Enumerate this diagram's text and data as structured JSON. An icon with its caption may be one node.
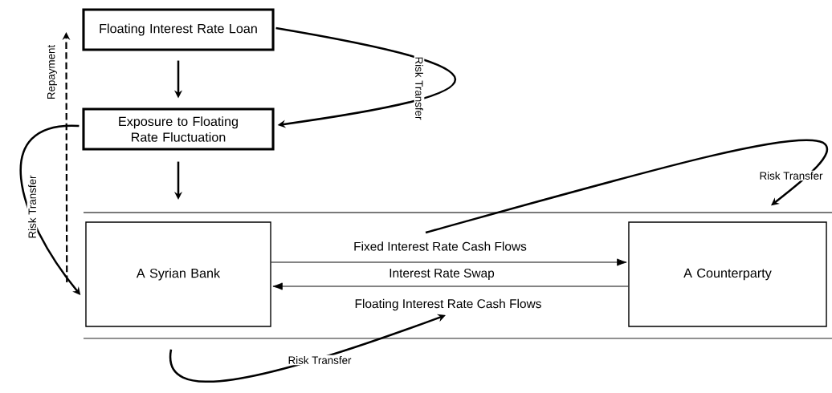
{
  "diagram": {
    "nodes": [
      {
        "text": [
          "Floating Interest Rate Loan"
        ]
      },
      {
        "text": [
          "Exposure to Floating Rate Fluctuation"
        ]
      },
      {
        "text": [
          "A Syrian Bank"
        ]
      },
      {
        "text": [
          "A Counterparty"
        ]
      }
    ],
    "edges": [
      {
        "from": 0,
        "to": 1,
        "arrow": "to"
      },
      {
        "from": 1,
        "to": 2,
        "arrow": "to"
      },
      {
        "from": 2,
        "to": 0,
        "arrow": "to",
        "style": "dashed",
        "label": "Repayment"
      },
      {
        "from": 0,
        "to": 1,
        "arrow": "to",
        "label": "Risk Transfer"
      },
      {
        "from": 1,
        "to": 2,
        "arrow": "to",
        "label": "Risk Transfer"
      },
      {
        "from": 2,
        "to": 3,
        "arrow": "to",
        "label": "Fixed Interest Rate Cash Flows"
      },
      {
        "from": 3,
        "to": 2,
        "arrow": "to",
        "label": "Floating Interest Rate Cash Flows"
      },
      {
        "from": 2,
        "to": null,
        "arrow": "to",
        "label": "Risk Transfer"
      },
      {
        "from": null,
        "to": 3,
        "arrow": "to",
        "label": "Risk Transfer"
      }
    ],
    "labels": [
      "Interest Rate Swap"
    ]
  }
}
